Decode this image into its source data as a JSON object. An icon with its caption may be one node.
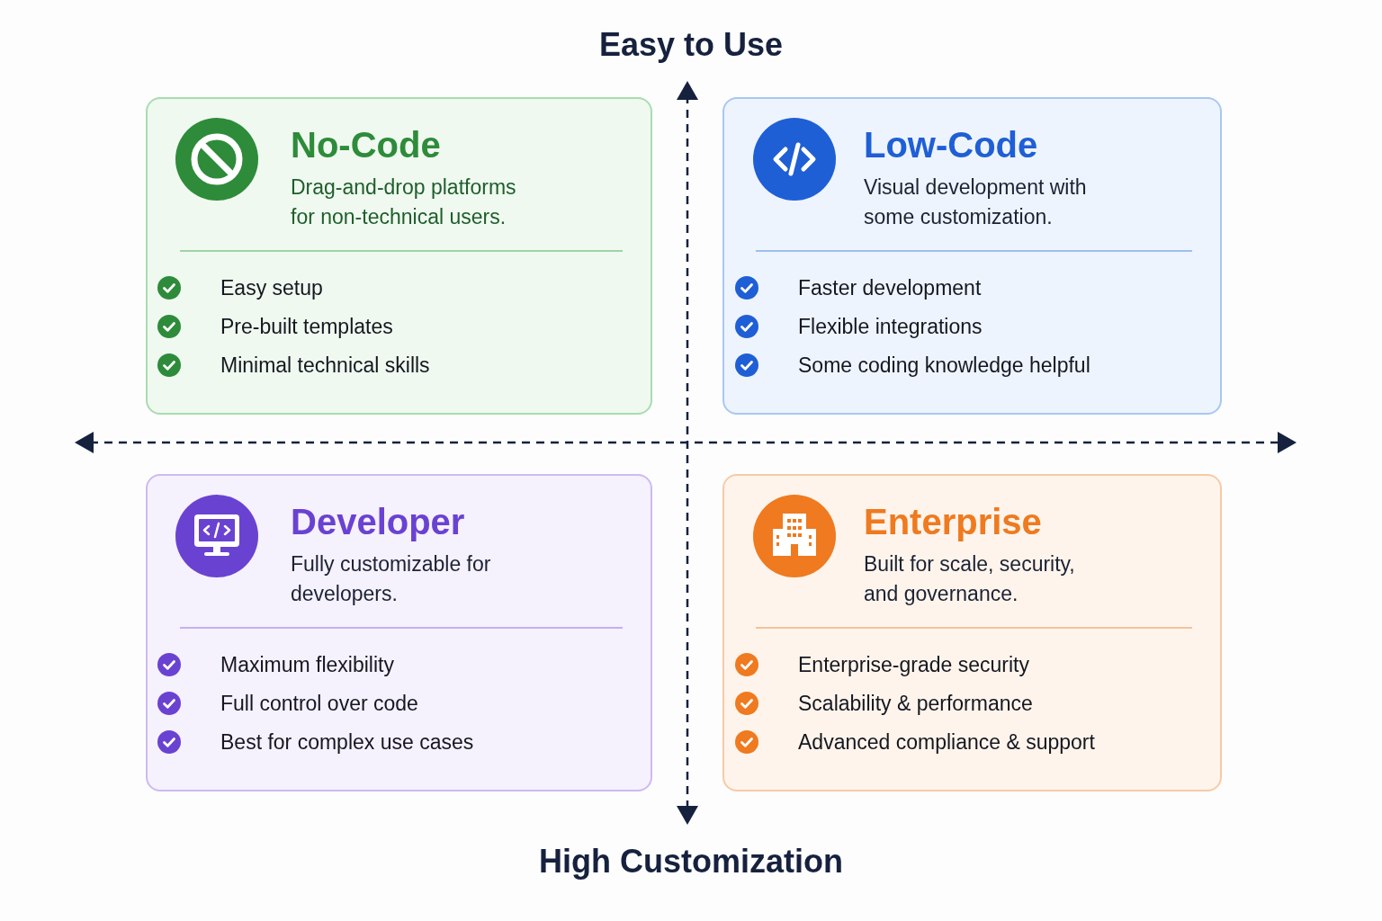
{
  "diagram": {
    "nodes": [
      {
        "text": [
          "No-Code",
          "Drag-and-drop platforms for non-technical users.",
          "Easy setup",
          "Pre-built templates",
          "Minimal technical skills"
        ]
      },
      {
        "text": [
          "Low-Code",
          "Visual development with some customization.",
          "Faster development",
          "Flexible integrations",
          "Some coding knowledge helpful"
        ]
      },
      {
        "text": [
          "Developer",
          "Fully customizable for developers.",
          "Maximum flexibility",
          "Full control over code",
          "Best for complex use cases"
        ]
      },
      {
        "text": [
          "Enterprise",
          "Built for scale, security, and governance.",
          "Enterprise-grade security",
          "Scalability & performance",
          "Advanced compliance & support"
        ]
      }
    ],
    "labels": [
      "Easy to Use",
      "High Customization"
    ]
  }
}
